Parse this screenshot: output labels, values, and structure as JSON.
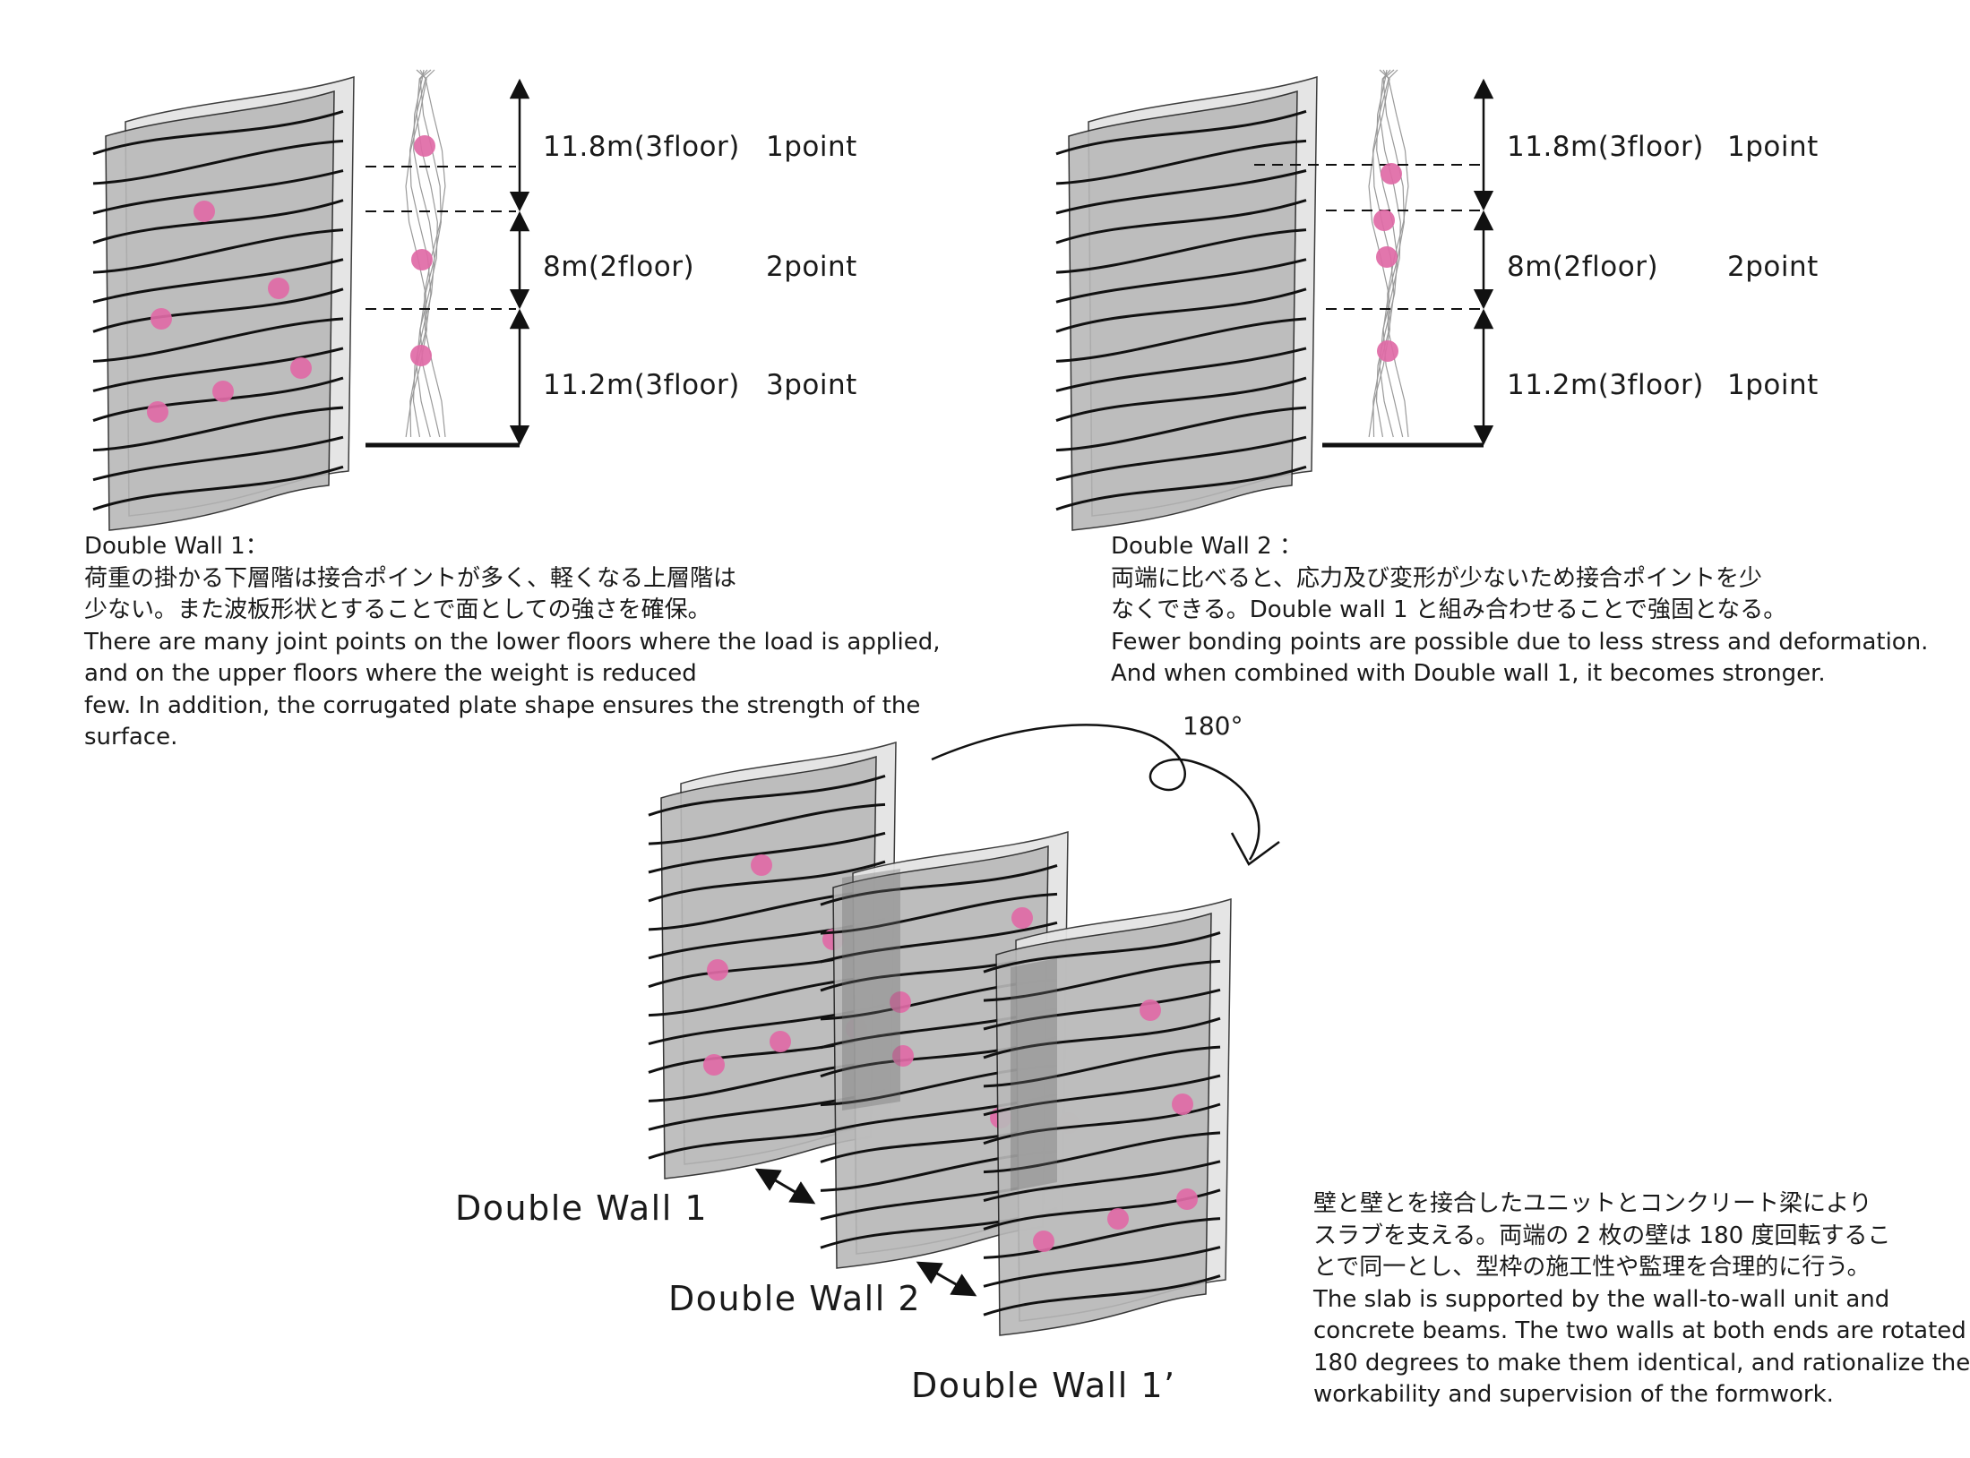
{
  "colors": {
    "joint": "#e06aa6",
    "panel_back": "#e4e4e4",
    "panel_front": "#b9b9b9",
    "line": "#111111"
  },
  "wall1": {
    "dims": [
      {
        "length": "11.8m(3floor)",
        "points": "1point"
      },
      {
        "length": "8m(2floor)",
        "points": "2point"
      },
      {
        "length": "11.2m(3floor)",
        "points": "3point"
      }
    ],
    "title": "Double Wall 1：",
    "lines": [
      "荷重の掛かる下層階は接合ポイントが多く、軽くなる上層階は",
      "少ない。また波板形状とすることで面としての強さを確保。",
      "There are many joint points on the lower floors where the load is applied,",
      "and on the upper floors where the weight is reduced",
      "few. In addition, the corrugated plate shape ensures the strength of the",
      "surface."
    ]
  },
  "wall2": {
    "dims": [
      {
        "length": "11.8m(3floor)",
        "points": "1point"
      },
      {
        "length": "8m(2floor)",
        "points": "2point"
      },
      {
        "length": "11.2m(3floor)",
        "points": "1point"
      }
    ],
    "title": "Double Wall 2 ：",
    "lines": [
      "両端に比べると、応力及び変形が少ないため接合ポイントを少",
      "なくできる。Double wall 1 と組み合わせることで強固となる。",
      "Fewer bonding points are possible due to less stress and deformation.",
      "And when combined with Double wall 1, it becomes stronger."
    ]
  },
  "assembly": {
    "rotation": "180°",
    "labels": [
      "Double Wall 1",
      "Double Wall 2",
      "Double Wall 1’"
    ],
    "lines": [
      "壁と壁とを接合したユニットとコンクリート梁により",
      "スラブを支える。両端の 2 枚の壁は 180 度回転するこ",
      "とで同一とし、型枠の施工性や監理を合理的に行う。",
      "The slab is supported by the wall-to-wall unit and",
      "concrete beams. The two walls at both ends are rotated",
      "180 degrees to make them identical, and rationalize the",
      "workability and supervision of the formwork."
    ]
  }
}
